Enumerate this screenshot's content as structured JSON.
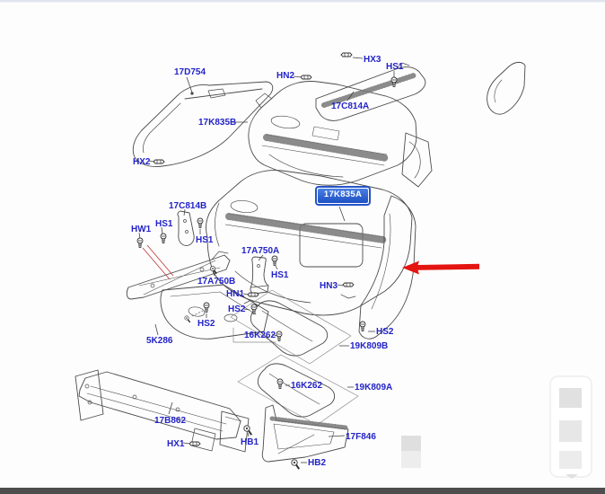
{
  "meta": {
    "description": "Exploded parts diagram - vehicle rear bumper assembly",
    "highlighted_part_is_selected": true
  },
  "colors": {
    "label_text": "#2323c8",
    "line_art": "#4a4a4a",
    "red_arrow": "#e41410",
    "red_leader": "#c84040",
    "highlight_border": "#2553c8",
    "highlight_fill": "#1d4fc2",
    "highlight_text": "#ffffff",
    "bottom_bar": "#4e4e4e",
    "top_strip": "#dfe4ee"
  },
  "highlighted_part": {
    "part_number": "17K835A"
  },
  "annotation_arrow": {
    "shape": "arrow",
    "direction": "left",
    "color": "#e41410"
  },
  "labels": [
    {
      "part": "17D754"
    },
    {
      "part": "HN2"
    },
    {
      "part": "HX3"
    },
    {
      "part": "HS1"
    },
    {
      "part": "17K835B"
    },
    {
      "part": "17C814A"
    },
    {
      "part": "HX2"
    },
    {
      "part": "17C814B"
    },
    {
      "part": "HS1"
    },
    {
      "part": "HW1"
    },
    {
      "part": "HS1"
    },
    {
      "part": "17A750A"
    },
    {
      "part": "HS1"
    },
    {
      "part": "17A750B"
    },
    {
      "part": "HN1"
    },
    {
      "part": "HS2"
    },
    {
      "part": "HS2"
    },
    {
      "part": "5K286"
    },
    {
      "part": "16K262"
    },
    {
      "part": "HN3"
    },
    {
      "part": "HS2"
    },
    {
      "part": "19K809B"
    },
    {
      "part": "16K262"
    },
    {
      "part": "19K809A"
    },
    {
      "part": "17B862"
    },
    {
      "part": "HX1"
    },
    {
      "part": "HB1"
    },
    {
      "part": "17F846"
    },
    {
      "part": "HB2"
    }
  ]
}
